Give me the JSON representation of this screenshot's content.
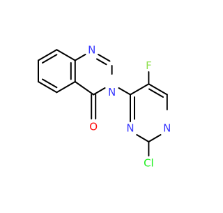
{
  "molecule": {
    "atoms": {
      "n1": "N",
      "n3": "N",
      "o": "O",
      "f": "F",
      "pyr_n3": "N",
      "pyr_n1": "N",
      "cl": "Cl"
    },
    "colors": {
      "bond": "#000000",
      "nitrogen": "#3333ff",
      "oxygen": "#ff0d0d",
      "fluorine": "#90e050",
      "chlorine": "#1ff01f"
    }
  }
}
